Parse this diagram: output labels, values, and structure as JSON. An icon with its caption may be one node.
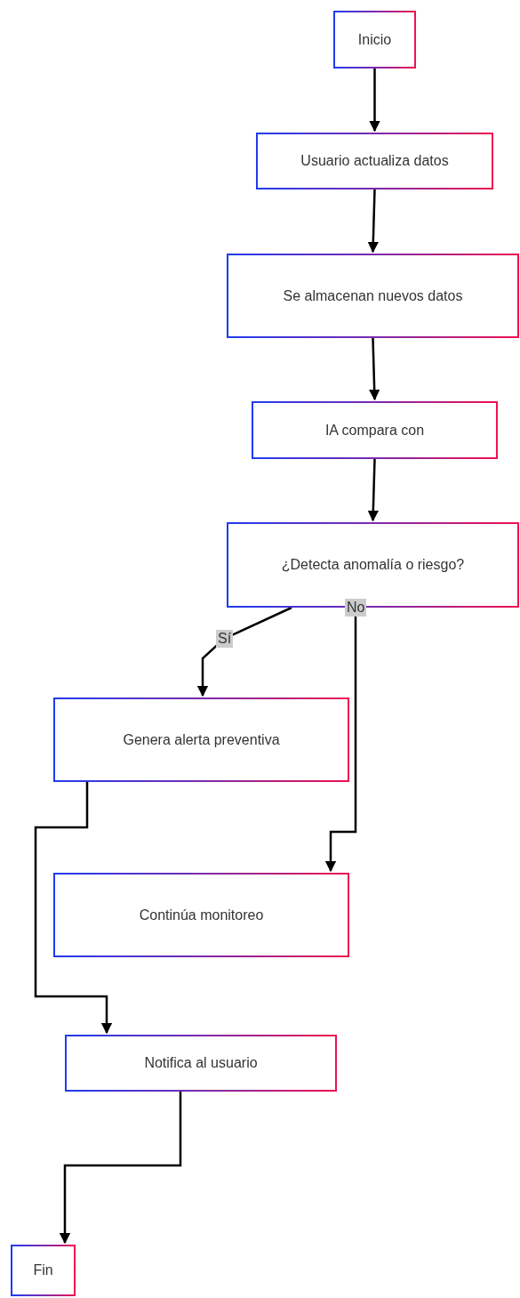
{
  "diagram": {
    "nodes": [
      {
        "text": [
          "Inicio"
        ]
      },
      {
        "text": [
          "Usuario actualiza datos"
        ]
      },
      {
        "text": [
          "Se almacenan nuevos datos"
        ]
      },
      {
        "text": [
          "IA compara con"
        ]
      },
      {
        "text": [
          "¿Detecta anomalía o riesgo?"
        ]
      },
      {
        "text": [
          "Genera alerta preventiva"
        ]
      },
      {
        "text": [
          "Continúa monitoreo"
        ]
      },
      {
        "text": [
          "Notifica al usuario"
        ]
      },
      {
        "text": [
          "Fin"
        ]
      }
    ],
    "edges": [
      {
        "from": 0,
        "to": 1,
        "arrow": "to"
      },
      {
        "from": 1,
        "to": 2,
        "arrow": "to"
      },
      {
        "from": 2,
        "to": 3,
        "arrow": "to"
      },
      {
        "from": 3,
        "to": 4,
        "arrow": "to"
      },
      {
        "from": 4,
        "to": 5,
        "arrow": "to",
        "label": "Sí"
      },
      {
        "from": 4,
        "to": 6,
        "arrow": "to",
        "label": "No"
      },
      {
        "from": 5,
        "to": 7,
        "arrow": "to"
      },
      {
        "from": 7,
        "to": 8,
        "arrow": "to"
      }
    ]
  }
}
